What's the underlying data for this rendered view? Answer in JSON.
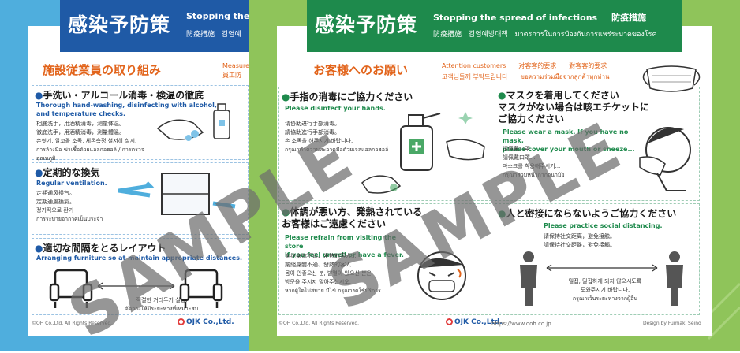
{
  "left": {
    "title": "感染予防策",
    "header_en": "Stopping the",
    "header_sub": "防疫措施　감염예",
    "subtitle": "施設従業員の取り組み",
    "subtitle_small": [
      "Measure",
      "員工防"
    ],
    "sections": [
      {
        "title": "手洗い・アルコール消毒・検温の徹底",
        "en": "Thorough hand-washing, disinfecting with alcohol,\nand temperature checks.",
        "lines": "相底洗手，用酒精消毒，测量体温。\n徹底洗手，用酒精消毒，測量體溫。\n손씻기, 알코올 소독, 체온측정 철저히 실시.\nการล้างมือ ฆ่าเชื้อด้วยแอลกอฮอล์ / การตรวจอุณหภูมิ"
      },
      {
        "title": "定期的な換気",
        "en": "Regular ventilation.",
        "lines": "定期通风换气。\n定期通風換氣。\n정기적으로 환기\nการระบายอากาศเป็นประจำ"
      },
      {
        "title": "適切な間隔をとるレイアウト",
        "en": "Arranging furniture so at maintain appropriate distances.",
        "lines": "적절한 거리두기 실행.\nจัดวางให้มีระยะห่างที่เหมาะสม"
      }
    ],
    "footer": "©OH Co.,Ltd. All Rights Reserved.",
    "logo": "OJK Co.,Ltd."
  },
  "right": {
    "title": "感染予防策",
    "header_en": "Stopping the spread of infections",
    "header_tw": "防疫措施",
    "header_sub": "防疫措施　감염예방대책　มาตรการในการป้องกันการแพร่ระบาดของโรค",
    "subtitle": "お客様へのお願い",
    "subtitle_small": [
      "Attention customers　　对客客的要求　　對客客的要求",
      "고객님들께 부탁드립니다　　ขอความร่วมมือจากลูกค้าทุกท่าน"
    ],
    "sections": [
      {
        "title": "手指の消毒にご協力ください",
        "en": "Please disinfect your hands.",
        "lines": "请协助进行手部消毒。\n請協助進行手部消毒。\n손 소독을 해주시기 바랍니다.\nกรุณาทำความสะอาดมือด้วยเจลแอลกอฮอล์"
      },
      {
        "title": "マスクを着用してください\nマスクがない場合は咳エチケットに\nご協力ください",
        "en": "Please wear a mask. If you have no mask,\nplease cover your mouth or sneeze...",
        "lines": "请佩戴口罩...\n請佩戴口罩...\n마스크를 착용해주시기...\nกรุณาสวมหน้ากากอนามัย"
      },
      {
        "title": "体調が悪い方、発熱されている\nお客様はご遠慮ください",
        "en": "Please refrain from visiting the store\nif you feel unwell or have a fever.",
        "lines": "谢绝身体不适、发热的客人...\n謝絕身體不適、發熱的客人...\n몸이 안좋으신 분, 발열이 있으신 분은\n방문을 주시지 말아주십시오.\nหากผู้ใดไม่สบาย มีไข้ กรุณางดใช้บริการ"
      },
      {
        "title": "人と密接にならないようご協力ください",
        "en": "Please practice social distancing.",
        "lines": "请保持社交距离，避免接触。\n請保持社交距離，避免接觸。"
      }
    ],
    "distance_caption": "밀접, 밀집하게 되지 않으시도록\n도와주시기 바랍니다.\nกรุณาเว้นระยะห่างจากผู้อื่น",
    "footer": "©OH Co.,Ltd. All Rights Reserved.",
    "logo": "OJK Co.,Ltd.",
    "url": "https://www.ooh.co.jp",
    "credit": "Design by Fumiaki Seino"
  },
  "watermarks": [
    "SAMPLE",
    "SAMPLE"
  ],
  "colors": {
    "left_bg": "#4faedd",
    "left_header": "#1f5aa6",
    "right_bg": "#8fc45a",
    "right_header": "#1e8a4c",
    "accent": "#e2641b"
  },
  "icons": [
    "hand-wash-icon",
    "sanitizer-icon",
    "window-icon",
    "chair-icon",
    "mask-icon",
    "sneeze-face-icon",
    "sick-face-icon",
    "person-icon",
    "distance-arrow-icon"
  ]
}
